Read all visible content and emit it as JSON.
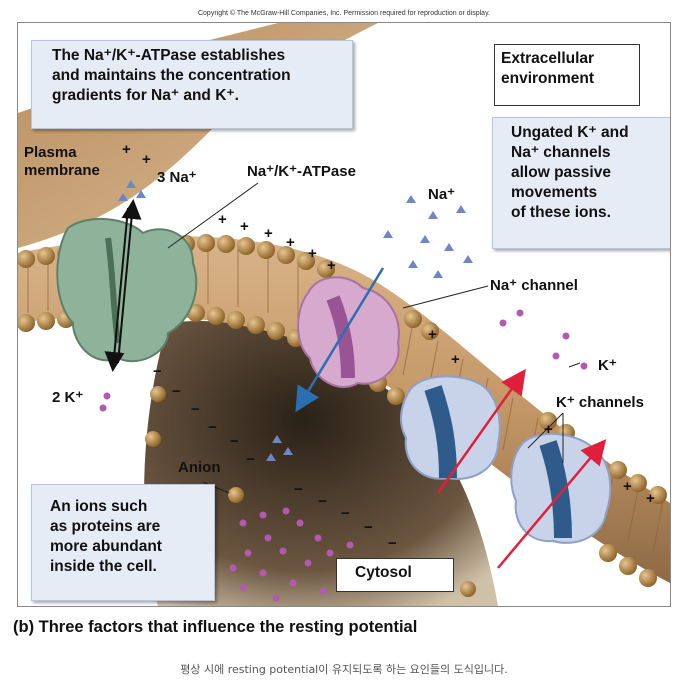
{
  "copyright": "Copyright © The McGraw-Hill Companies, Inc. Permission required for reproduction or display.",
  "callouts": {
    "atpase_info": "The Na⁺/K⁺-ATPase establishes\nand maintains the concentration\ngradients for Na⁺ and K⁺.",
    "extracellular": "Extracellular\nenvironment",
    "ungated": "Ungated K⁺ and\nNa⁺ channels\nallow passive\nmovements\nof these ions.",
    "anion_info": "An ions such\nas proteins are\nmore abundant\ninside the cell.",
    "cytosol": "Cytosol"
  },
  "labels": {
    "plasma_membrane": "Plasma\nmembrane",
    "three_na": "3 Na⁺",
    "na_k_atpase": "Na⁺/K⁺-ATPase",
    "na_ion": "Na⁺",
    "na_channel": "Na⁺ channel",
    "k_ion": "K⁺",
    "k_channels": "K⁺ channels",
    "two_k": "2 K⁺",
    "anion": "Anion"
  },
  "charges": {
    "plus": "+",
    "minus": "−"
  },
  "caption": "(b) Three factors that influence the resting potential",
  "footnote": "평상 시에 resting potential이 유지되도록 하는 요인들의 도식입니다.",
  "colors": {
    "membrane": "#caa074",
    "lipid_head": "#a87a3e",
    "atpase": "#8fb39a",
    "na_channel": "#d7a9cf",
    "k_channel": "#2e5b8a",
    "na_ion": "#6e86c6",
    "k_ion": "#b05ab0",
    "arrow_na": "#2a6fb0",
    "arrow_k": "#e0203a"
  }
}
